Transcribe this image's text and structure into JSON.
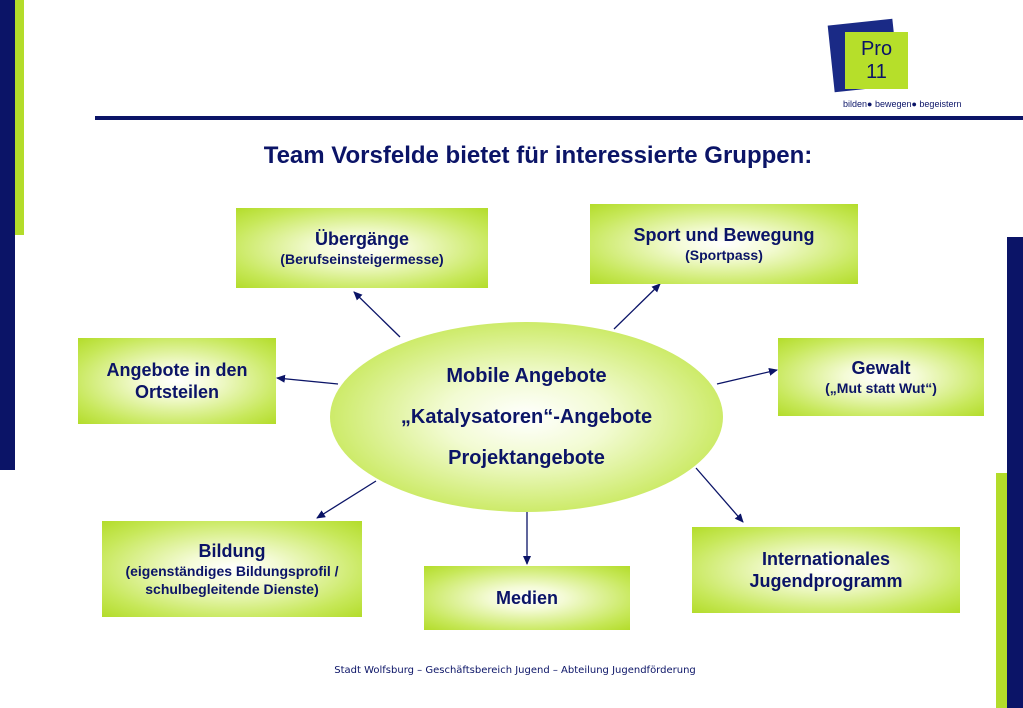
{
  "title": "Team Vorsfelde bietet für interessierte Gruppen:",
  "logo": {
    "line1": "Pro",
    "line2": "11",
    "tagline": "bilden● bewegen● begeistern"
  },
  "center": {
    "line1": "Mobile Angebote",
    "line2": "„Katalysatoren“-Angebote",
    "line3": "Projektangebote"
  },
  "boxes": {
    "uebergaenge": {
      "title": "Übergänge",
      "sub": "(Berufseinsteigermesse)"
    },
    "sport": {
      "title": "Sport und Bewegung",
      "sub": "(Sportpass)"
    },
    "ortsteile": {
      "line1": "Angebote in den",
      "line2": "Ortsteilen"
    },
    "gewalt": {
      "title": "Gewalt",
      "sub": "(„Mut statt Wut“)"
    },
    "bildung": {
      "title": "Bildung",
      "sub1": "(eigenständiges Bildungsprofil /",
      "sub2": "schulbegleitende Dienste)"
    },
    "medien": {
      "title": "Medien"
    },
    "international": {
      "line1": "Internationales",
      "line2": "Jugendprogramm"
    }
  },
  "footer": "Stadt Wolfsburg – Geschäftsbereich Jugend – Abteilung Jugendförderung",
  "colors": {
    "navy": "#0b1467",
    "lime": "#b3dc2a"
  }
}
